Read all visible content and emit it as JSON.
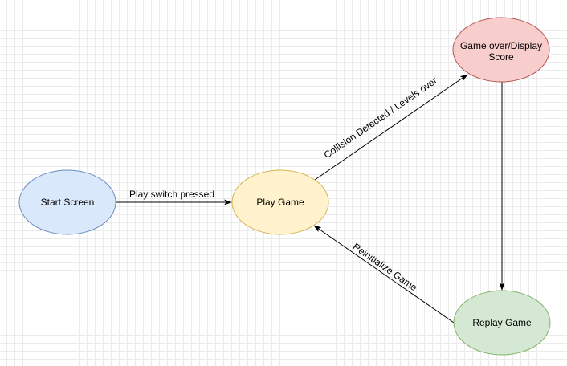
{
  "nodes": {
    "start": {
      "label": "Start Screen",
      "fill": "#dae8fc",
      "stroke": "#6c8ebf"
    },
    "play": {
      "label": "Play Game",
      "fill": "#fff2cc",
      "stroke": "#d6b656"
    },
    "gameover": {
      "line1": "Game over/Display",
      "line2": "Score",
      "fill": "#f8cecc",
      "stroke": "#b85450"
    },
    "replay": {
      "label": "Replay Game",
      "fill": "#d5e8d4",
      "stroke": "#82b366"
    }
  },
  "edges": {
    "start_to_play": {
      "label": "Play switch pressed"
    },
    "play_to_gameover": {
      "label": "Collision Detected / Levels over"
    },
    "gameover_to_replay": {
      "label": ""
    },
    "replay_to_play": {
      "label": "Reinitialize Game"
    }
  }
}
